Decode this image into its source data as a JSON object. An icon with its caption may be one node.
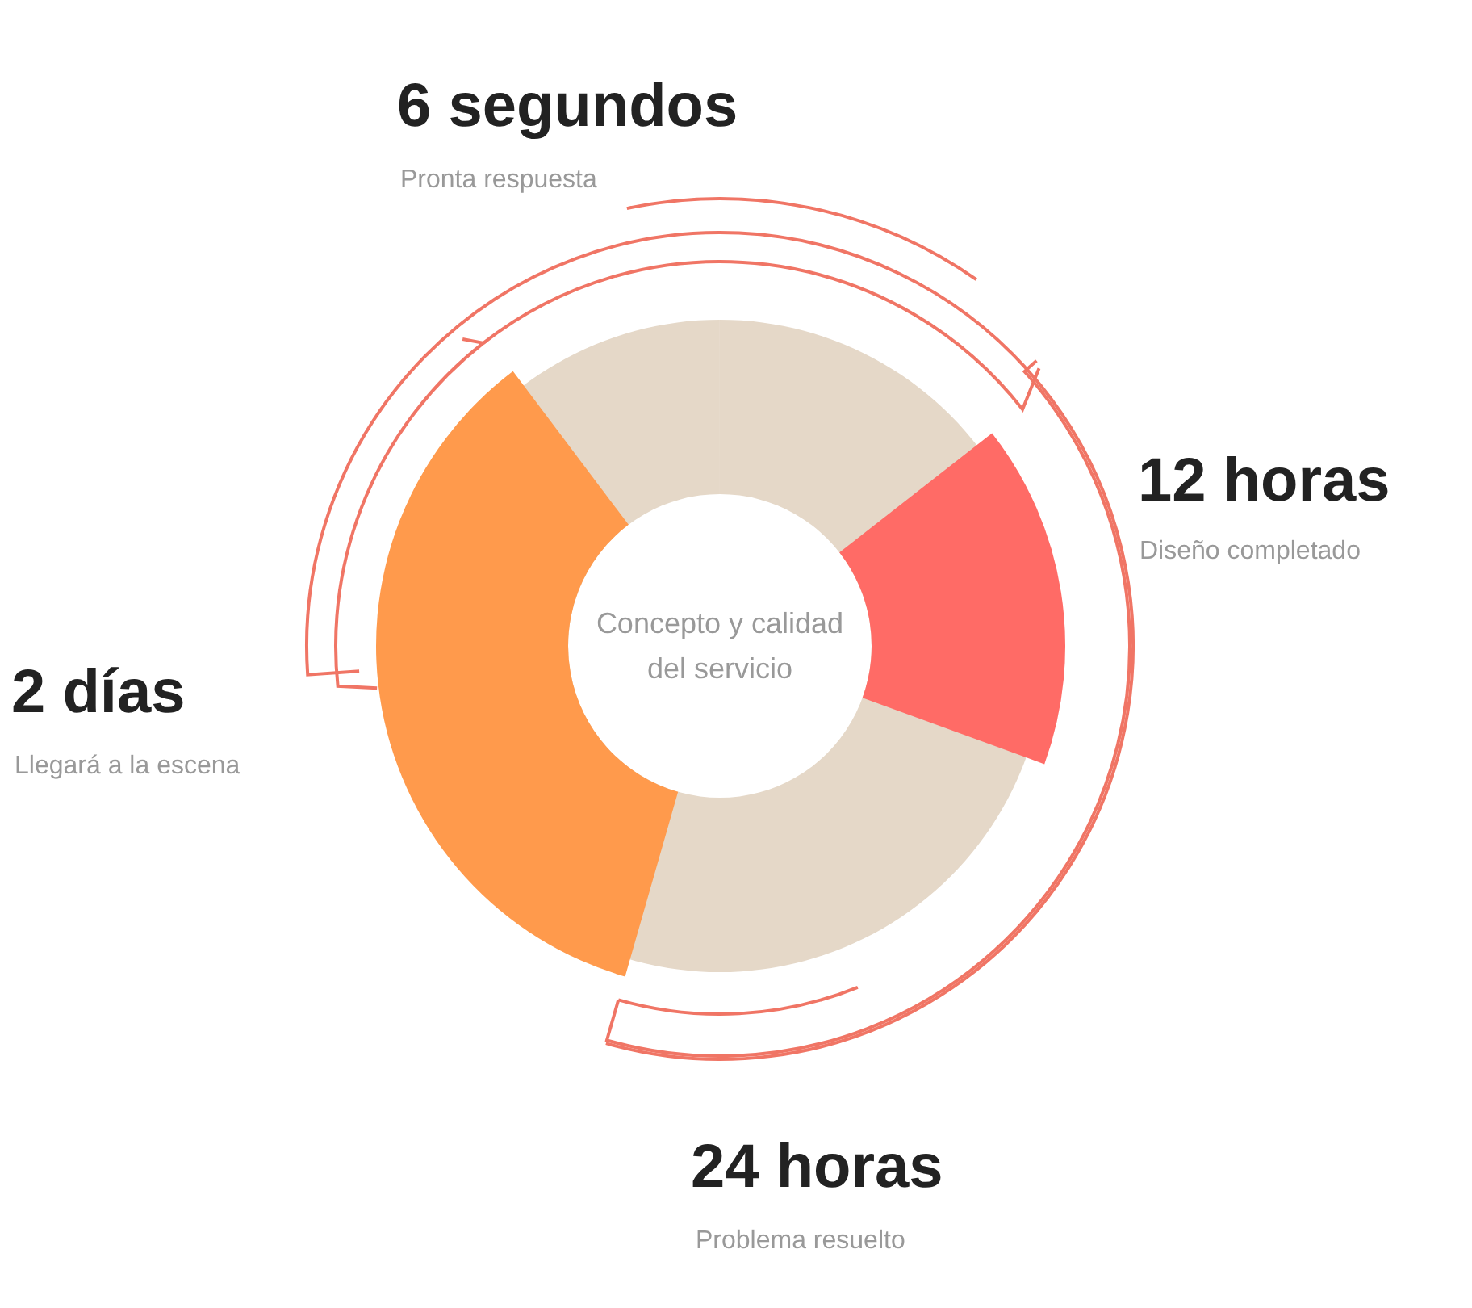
{
  "diagram": {
    "nodes": [
      {
        "text": [
          "Concepto y calidad del servicio"
        ]
      }
    ],
    "labels": [
      "6 segundos",
      "Pronta respuesta",
      "12 horas",
      "Diseño completado",
      "2 días",
      "Llegará a la escena",
      "24 horas",
      "Problema resuelto"
    ]
  }
}
